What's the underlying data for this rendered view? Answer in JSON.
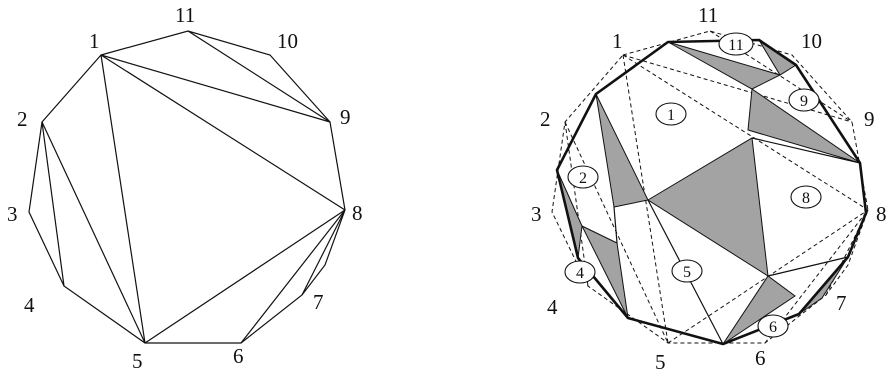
{
  "left_polygon": {
    "vertex_labels": [
      "1",
      "2",
      "3",
      "4",
      "5",
      "6",
      "7",
      "8",
      "9",
      "10",
      "11"
    ]
  },
  "right_polygon": {
    "vertex_labels": [
      "1",
      "2",
      "3",
      "4",
      "5",
      "6",
      "7",
      "8",
      "9",
      "10",
      "11"
    ],
    "region_labels": [
      "1",
      "2",
      "4",
      "5",
      "6",
      "8",
      "9",
      "11"
    ],
    "shade_color": "#a3a3a3"
  }
}
